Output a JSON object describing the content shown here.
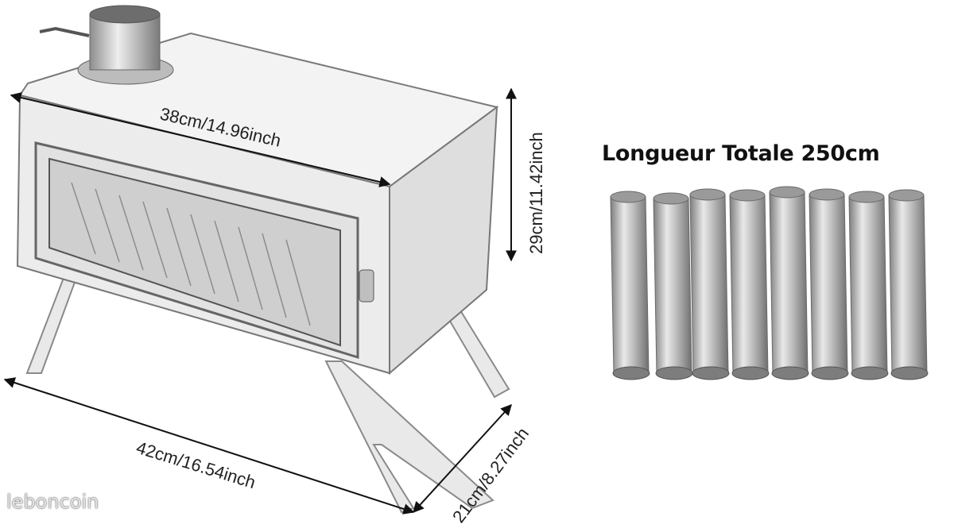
{
  "dimensions": {
    "top_width": "38cm/14.96inch",
    "height": "29cm/11.42inch",
    "bottom_length": "42cm/16.54inch",
    "depth": "21cm/8.27inch"
  },
  "headline": "Longueur Totale 250cm",
  "pipes": {
    "count": 8
  },
  "watermark": "leboncoin",
  "colors": {
    "steel_light": "#f2f2f2",
    "steel_mid": "#cfcfcf",
    "steel_dark": "#8a8a8a",
    "text": "#111111"
  }
}
